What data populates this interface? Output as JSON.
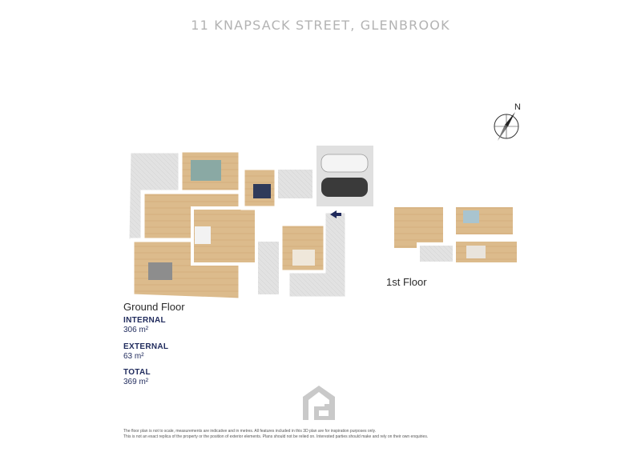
{
  "header": {
    "address": "11 KNAPSACK STREET, GLENBROOK"
  },
  "compass": {
    "north_label": "N"
  },
  "floors": {
    "ground_label": "Ground Floor",
    "first_label": "1st Floor"
  },
  "areas": {
    "internal_label": "INTERNAL",
    "internal_value": "306 m²",
    "external_label": "EXTERNAL",
    "external_value": "63 m²",
    "total_label": "TOTAL",
    "total_value": "369 m²"
  },
  "footer": {
    "disclaimer_line1": "The floor plan is not to scale, measurements are indicative and in metres. All features included in this 3D plan are for inspiration purposes only.",
    "disclaimer_line2": "This is not an exact replica of the property or the position of exterior elements. Plans should not be relied on. Interested parties should make and rely on their own enquiries."
  },
  "colors": {
    "title": "#b3b3b3",
    "stats_text": "#1f2a5c",
    "wall": "#ffffff",
    "floor_wood": "#d9b88a",
    "paving": "#d6d6d6",
    "logo": "#c9c9c9"
  }
}
